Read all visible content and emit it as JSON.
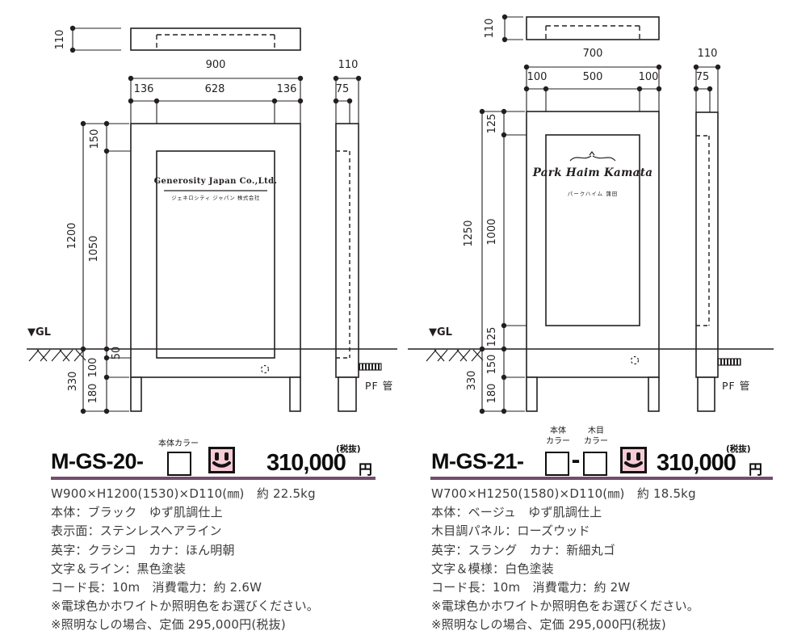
{
  "colors": {
    "line": "#231f20",
    "accent_rule": "#734e6c",
    "icon_pink": "#f5ccd6"
  },
  "left_diagram": {
    "dims": {
      "top_view_height": "110",
      "overall_width": "900",
      "seg_left": "136",
      "seg_center": "628",
      "seg_right": "136",
      "side_depth": "110",
      "side_offset": "75",
      "above_ground": "1200",
      "cap": "150",
      "panel_height": "1050",
      "panel_below_gl": "50",
      "body_below_gl": "100",
      "leg_depth": "180",
      "buried": "330"
    },
    "gl_label": "▼GL",
    "pf_label": "PF 管",
    "sign": {
      "en": "Generosity Japan Co.,Ltd.",
      "ja": "ジェネロシティ ジャパン 株式会社"
    }
  },
  "right_diagram": {
    "dims": {
      "top_view_height": "110",
      "overall_width": "700",
      "seg_left": "100",
      "seg_center": "500",
      "seg_right": "100",
      "side_depth": "110",
      "side_offset": "75",
      "above_ground": "1250",
      "cap": "125",
      "panel_height": "1000",
      "panel_above_gl": "125",
      "body_below_gl": "150",
      "leg_depth": "180",
      "buried": "330"
    },
    "gl_label": "▼GL",
    "pf_label": "PF 管",
    "sign": {
      "en": "Park Haim Kamata",
      "ja": "パークハイム 蒲田"
    }
  },
  "left_product": {
    "color_box_label": "本体カラー",
    "model": "M-GS-20-",
    "icon": "smiley-face",
    "tax_note": "(税抜)",
    "price": "310,000",
    "price_unit": "円",
    "specs": [
      "W900×H1200(1530)×D110(㎜)　約 22.5kg",
      "本体：ブラック　ゆず肌調仕上",
      "表示面：ステンレスヘアライン",
      "英字：クラシコ　カナ：ほん明朝",
      "文字＆ライン：黒色塗装",
      "コード長：10m　消費電力：約 2.6W",
      "※電球色かホワイトか照明色をお選びください。",
      "※照明なしの場合、定価 295,000円(税抜)"
    ]
  },
  "right_product": {
    "color_box_label_1": [
      "本体",
      "カラー"
    ],
    "color_box_label_2": [
      "木目",
      "カラー"
    ],
    "model": "M-GS-21-",
    "separator": "-",
    "icon": "smiley-face",
    "tax_note": "(税抜)",
    "price": "310,000",
    "price_unit": "円",
    "specs": [
      "W700×H1250(1580)×D110(㎜)　約 18.5kg",
      "本体：ベージュ　ゆず肌調仕上",
      "木目調パネル：ローズウッド",
      "英字：スラング　カナ：新細丸ゴ",
      "文字＆模様：白色塗装",
      "コード長：10m　消費電力：約 2W",
      "※電球色かホワイトか照明色をお選びください。",
      "※照明なしの場合、定価 295,000円(税抜)"
    ]
  }
}
